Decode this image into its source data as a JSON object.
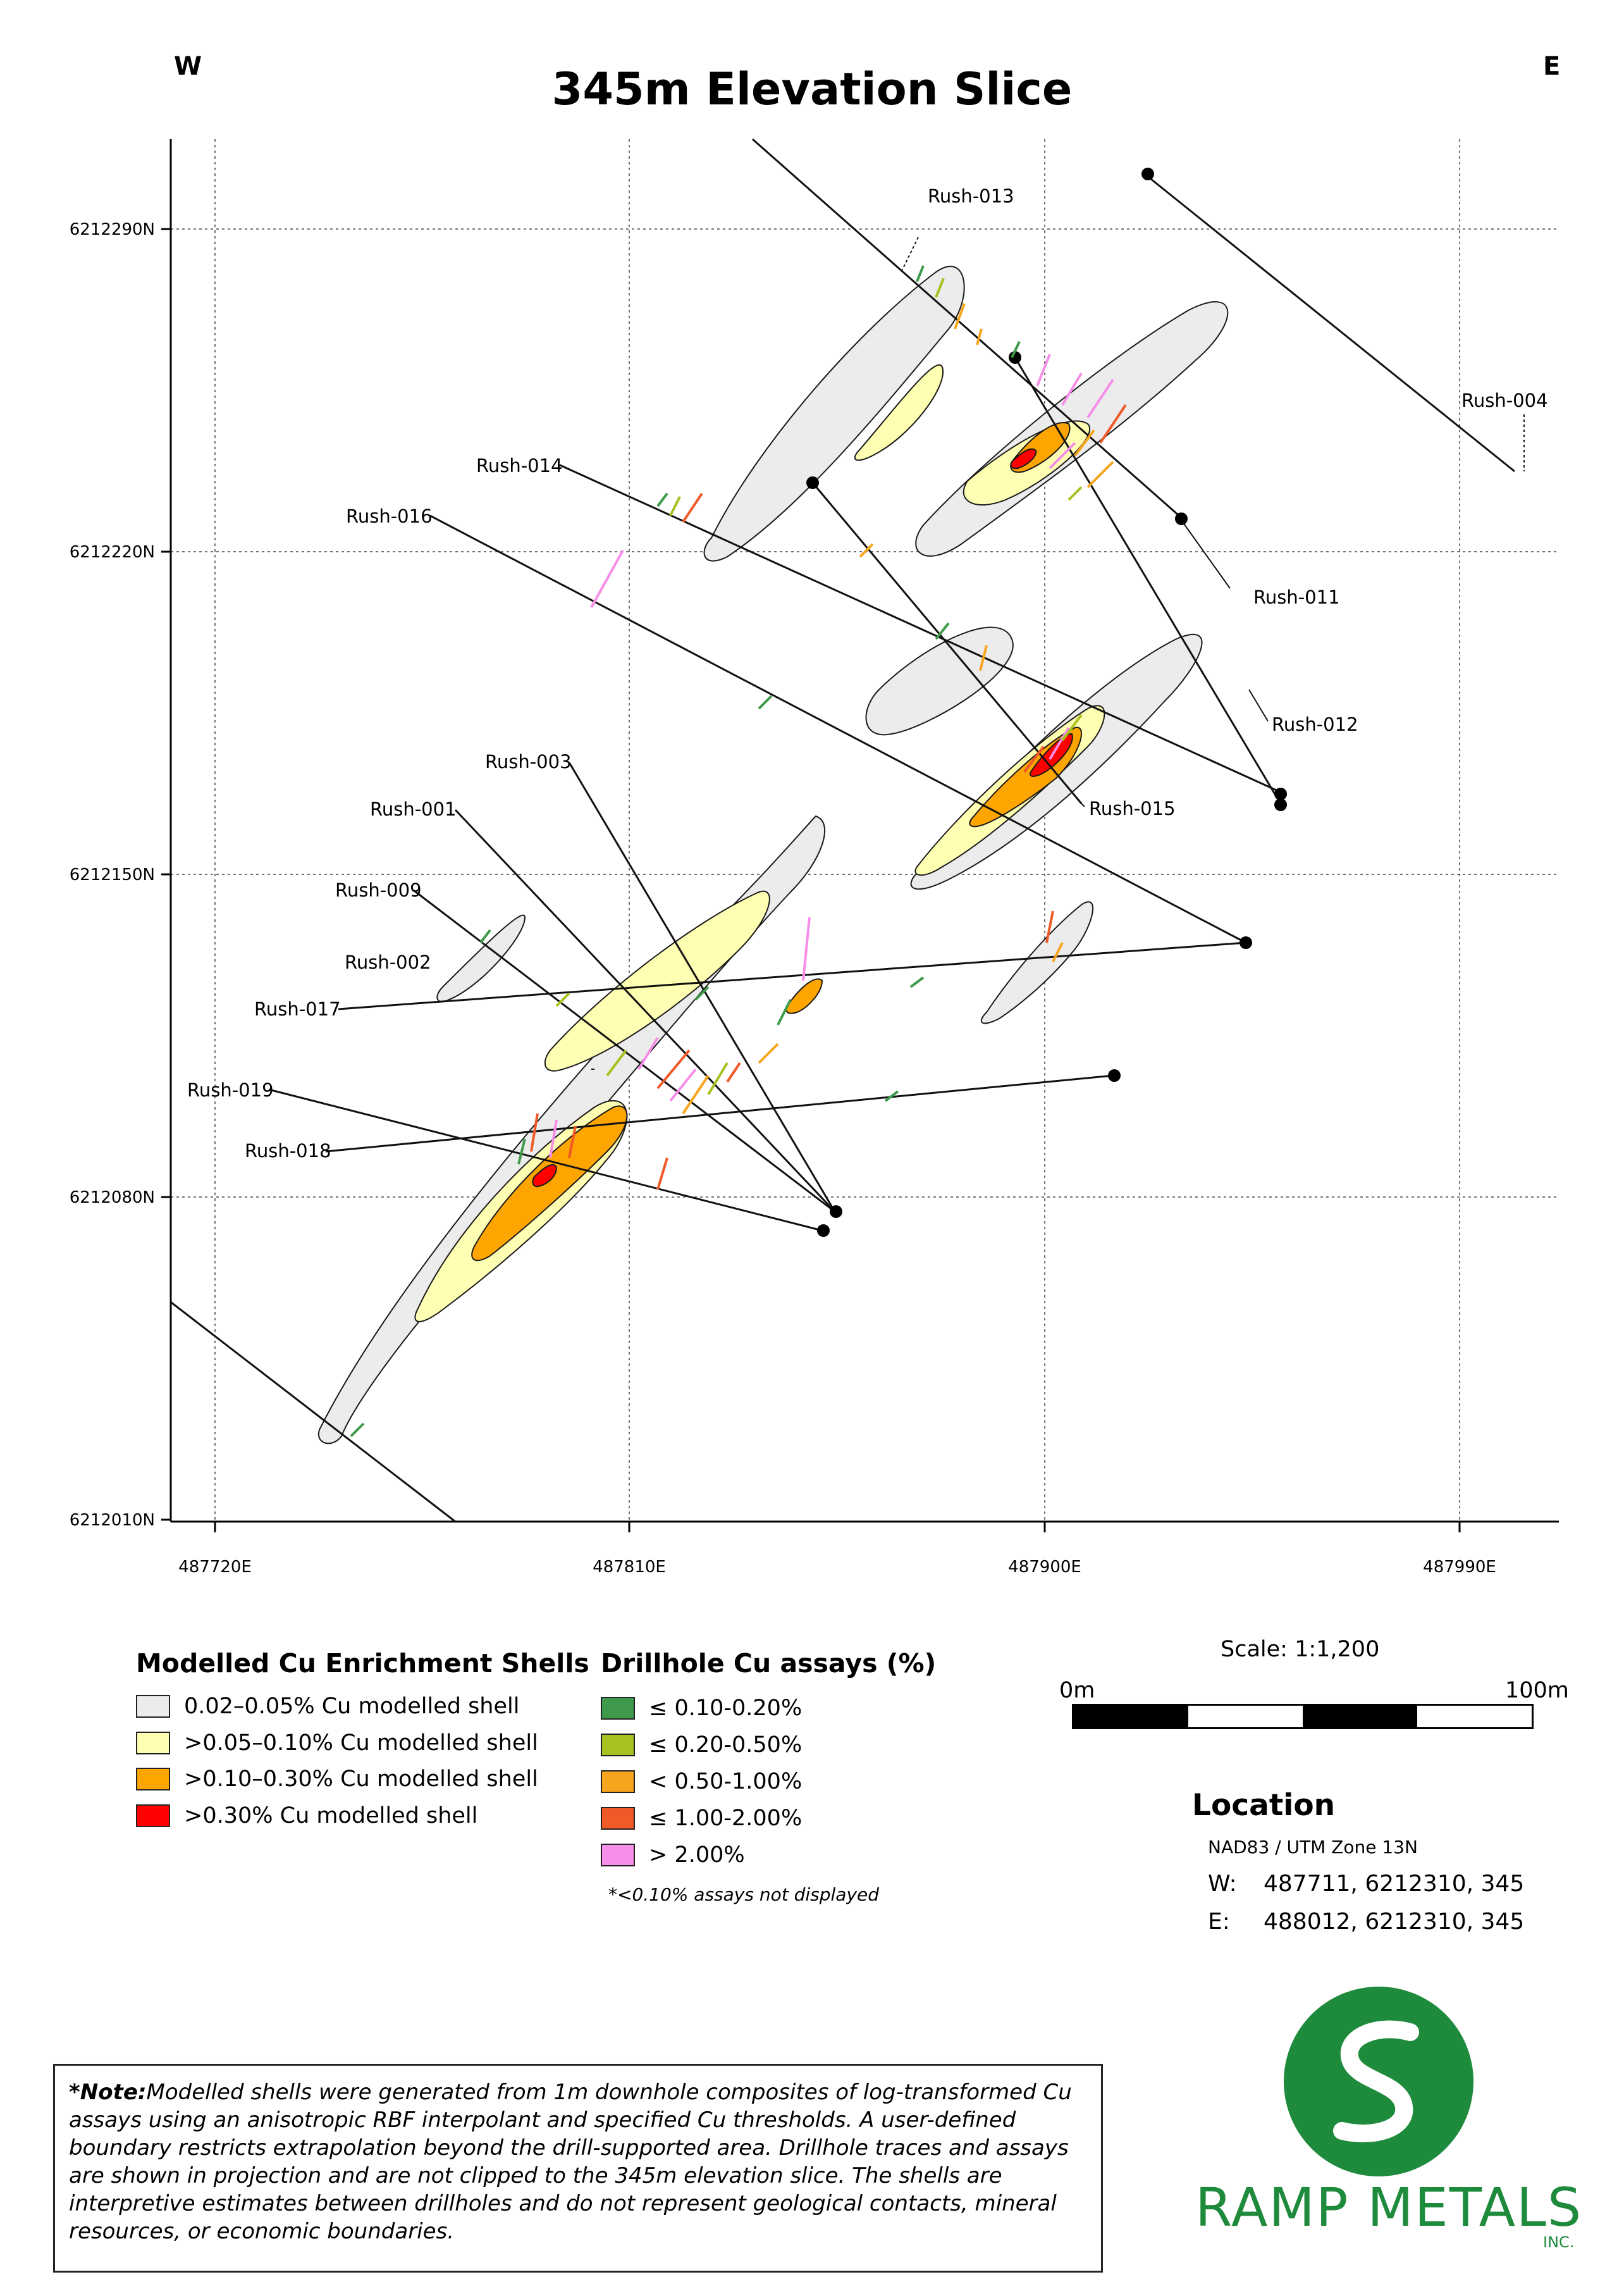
{
  "title": "345m Elevation Slice",
  "compass": {
    "west": "W",
    "east": "E"
  },
  "axes": {
    "y_ticks": [
      "6212290N",
      "6212220N",
      "6212150N",
      "6212080N",
      "6212010N"
    ],
    "x_ticks": [
      "487720E",
      "487810E",
      "487900E",
      "487990E"
    ]
  },
  "drillholes": [
    "Rush-013",
    "Rush-004",
    "Rush-014",
    "Rush-016",
    "Rush-011",
    "Rush-012",
    "Rush-003",
    "Rush-001",
    "Rush-015",
    "Rush-009",
    "Rush-002",
    "Rush-017",
    "Rush-019",
    "Rush-018"
  ],
  "legend_shells": {
    "title": "Modelled Cu Enrichment Shells",
    "items": [
      {
        "label": "0.02–0.05% Cu modelled shell",
        "color": "#ececec"
      },
      {
        "label": ">0.05–0.10% Cu modelled shell",
        "color": "#ffffb3"
      },
      {
        "label": ">0.10–0.30% Cu modelled shell",
        "color": "#ffa500"
      },
      {
        "label": ">0.30% Cu modelled shell",
        "color": "#ff0000"
      }
    ]
  },
  "legend_assays": {
    "title": "Drillhole Cu assays (%)",
    "items": [
      {
        "label": "≤ 0.10-0.20%",
        "color": "#3f9a4c"
      },
      {
        "label": "≤ 0.20-0.50%",
        "color": "#a8c020"
      },
      {
        "label": "< 0.50-1.00%",
        "color": "#f7a51e"
      },
      {
        "label": "≤ 1.00-2.00%",
        "color": "#f05a28"
      },
      {
        "label": "> 2.00%",
        "color": "#f78ee8"
      }
    ],
    "footnote": "*<0.10% assays not displayed"
  },
  "scale": {
    "label": "Scale: 1:1,200",
    "start": "0m",
    "end": "100m"
  },
  "location": {
    "title": "Location",
    "datum": "NAD83 / UTM Zone 13N",
    "w_label": "W:",
    "w_value": "487711, 6212310, 345",
    "e_label": "E:",
    "e_value": "488012, 6212310, 345"
  },
  "note": {
    "lead": "*Note:",
    "text": "Modelled shells were generated from 1m downhole composites of log-transformed Cu assays using an anisotropic RBF interpolant and specified Cu thresholds. A user-defined boundary restricts extrapolation beyond the drill-supported area. Drillhole traces and assays are shown in projection and are not clipped to the 345m elevation slice. The shells are interpretive estimates between drillholes and do not represent geological contacts, mineral resources, or economic boundaries."
  },
  "logo": {
    "name": "RAMP METALS",
    "suffix": "INC.",
    "color": "#1e8a3c"
  }
}
